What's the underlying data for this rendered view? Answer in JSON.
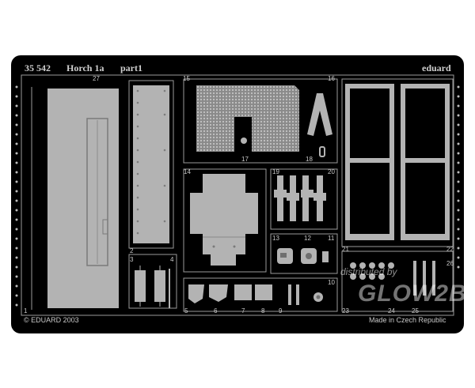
{
  "header": {
    "code": "35 542",
    "title": "Horch 1a",
    "part": "part1",
    "brand": "eduard"
  },
  "footer": {
    "copyright": "© EDUARD 2003",
    "origin": "Made in Czech Republic"
  },
  "watermark": {
    "line1": "distributed by",
    "line2": "GLOW2B"
  },
  "part_numbers": {
    "n1": "1",
    "n2": "2",
    "n3": "3",
    "n4": "4",
    "n5": "5",
    "n6": "6",
    "n7": "7",
    "n8": "8",
    "n9": "9",
    "n10": "10",
    "n11": "11",
    "n12": "12",
    "n13": "13",
    "n14": "14",
    "n15": "15",
    "n16": "16",
    "n17": "17",
    "n18": "18",
    "n19": "19",
    "n20": "20",
    "n21": "21",
    "n22": "22",
    "n23": "23",
    "n24": "24",
    "n25": "25",
    "n26": "26",
    "n27": "27"
  },
  "colors": {
    "fret": "#000000",
    "part": "#b3b3b3",
    "text": "#c9c9c9"
  }
}
